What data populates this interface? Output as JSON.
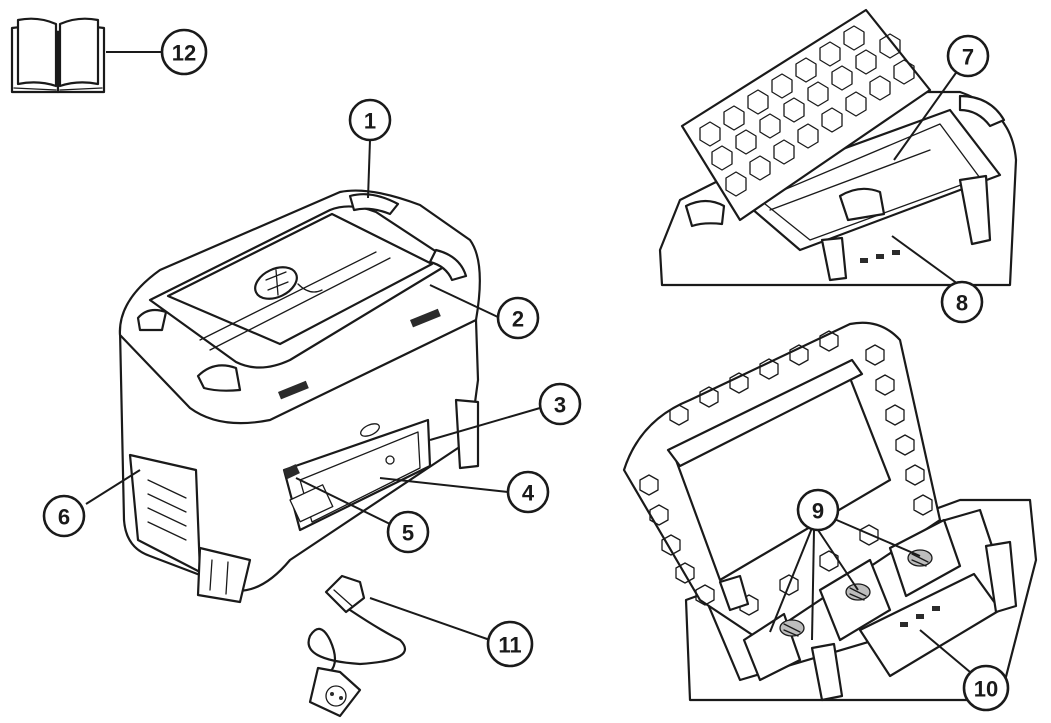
{
  "callouts": [
    {
      "id": "1",
      "label": "1"
    },
    {
      "id": "2",
      "label": "2"
    },
    {
      "id": "3",
      "label": "3"
    },
    {
      "id": "4",
      "label": "4"
    },
    {
      "id": "5",
      "label": "5"
    },
    {
      "id": "6",
      "label": "6"
    },
    {
      "id": "7",
      "label": "7"
    },
    {
      "id": "8",
      "label": "8"
    },
    {
      "id": "9",
      "label": "9"
    },
    {
      "id": "10",
      "label": "10"
    },
    {
      "id": "11",
      "label": "11"
    },
    {
      "id": "12",
      "label": "12"
    }
  ],
  "illustrations": [
    {
      "name": "manual-book-icon"
    },
    {
      "name": "charging-station-closed"
    },
    {
      "name": "charging-station-lid-open"
    },
    {
      "name": "charging-station-fully-open"
    },
    {
      "name": "power-cable"
    }
  ]
}
